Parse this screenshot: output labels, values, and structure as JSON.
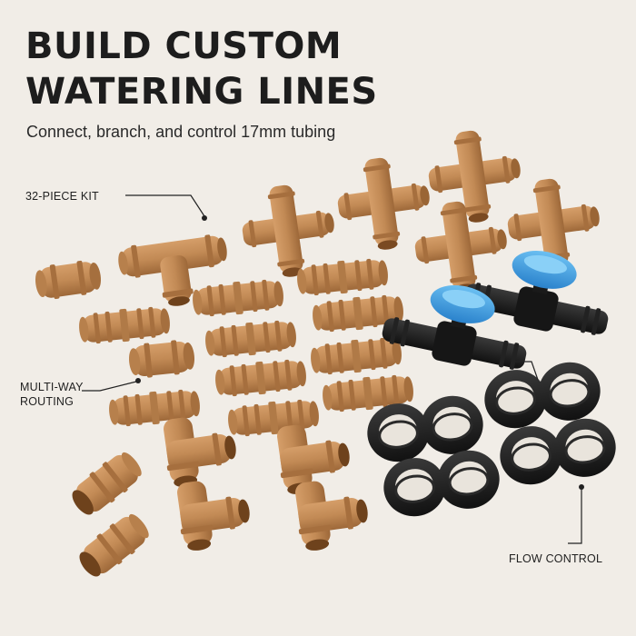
{
  "headline": {
    "line1": "BUILD CUSTOM",
    "line2": "WATERING LINES"
  },
  "subtitle": "Connect, branch, and control 17mm tubing",
  "callouts": {
    "kit": "32-PIECE KIT",
    "routing": {
      "line1": "MULTI-WAY",
      "line2": "ROUTING"
    },
    "flow": "FLOW CONTROL"
  },
  "colors": {
    "background": "#f1ede7",
    "fitting_tan": "#c28a55",
    "fitting_dark": "#9a6535",
    "valve_blue": "#3a9be0",
    "black_part": "#1b1b1b"
  }
}
